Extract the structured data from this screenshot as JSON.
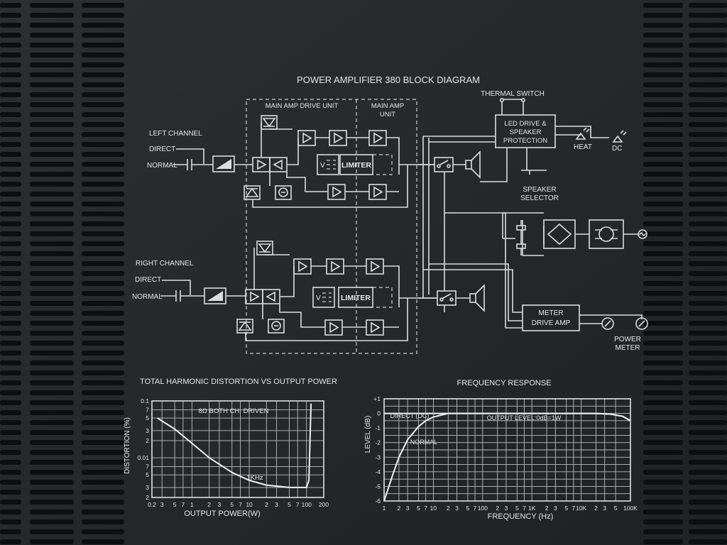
{
  "diagram": {
    "title": "POWER AMPLIFIER 380 BLOCK DIAGRAM",
    "drive_unit_label": "MAIN AMP DRIVE UNIT",
    "main_amp_unit_label_1": "MAIN AMP",
    "main_amp_unit_label_2": "UNIT",
    "left_channel": "LEFT CHANNEL",
    "right_channel": "RIGHT CHANNEL",
    "direct": "DIRECT",
    "normal": "NORMAL",
    "limiter": "LIMITER",
    "v_label": "V",
    "thermal_switch": "THERMAL SWITCH",
    "led_drive_1": "LED DRIVE &",
    "led_drive_2": "SPEAKER",
    "led_drive_3": "PROTECTION",
    "heat": "HEAT",
    "dc": "DC",
    "speaker_selector_1": "SPEAKER",
    "speaker_selector_2": "SELECTOR",
    "meter_drive_1": "METER",
    "meter_drive_2": "DRIVE AMP",
    "power_meter_1": "POWER",
    "power_meter_2": "METER"
  },
  "thd_chart": {
    "title": "TOTAL HARMONIC DISTORTION VS OUTPUT POWER",
    "annotation": "8Ω BOTH CH. DRIVEN",
    "curve_label": "1KHz",
    "ylabel": "DISTORTION (%)",
    "xlabel": "OUTPUT POWER(W)",
    "y_ticks": [
      "0.1",
      "7",
      "5",
      "3",
      "2",
      "0.01",
      "7",
      "5",
      "3",
      "2"
    ],
    "x_ticks": [
      "0.2",
      "3",
      "5",
      "7",
      "1",
      "2",
      "3",
      "5",
      "7",
      "10",
      "2",
      "3",
      "5",
      "7",
      "100",
      "200"
    ]
  },
  "freq_chart": {
    "title": "FREQUENCY RESPONSE",
    "annotation_direct": "DIRECT (DC)",
    "annotation_normal": "NORMAL",
    "annotation_level": "OUTPUT LEVEL:0dB=1W",
    "ylabel": "LEVEL (dB)",
    "xlabel": "FREQUENCY (Hz)",
    "y_ticks": [
      "+1",
      "0",
      "-1",
      "-2",
      "-3",
      "-4",
      "-5",
      "-6"
    ],
    "x_ticks": [
      "1",
      "2",
      "3",
      "5",
      "7",
      "10",
      "2",
      "3",
      "5",
      "7",
      "100",
      "2",
      "3",
      "5",
      "7",
      "1K",
      "2",
      "3",
      "5",
      "7",
      "10K",
      "2",
      "3",
      "5",
      "100K"
    ]
  },
  "chart_data": [
    {
      "type": "line",
      "title": "TOTAL HARMONIC DISTORTION VS OUTPUT POWER",
      "xlabel": "OUTPUT POWER(W)",
      "ylabel": "DISTORTION (%)",
      "x_scale": "log",
      "y_scale": "log",
      "xlim": [
        0.2,
        200
      ],
      "ylim": [
        0.002,
        0.1
      ],
      "grid": true,
      "series": [
        {
          "name": "1KHz",
          "x": [
            0.25,
            0.5,
            1,
            2,
            5,
            10,
            20,
            50,
            100,
            110,
            120
          ],
          "y": [
            0.05,
            0.032,
            0.018,
            0.01,
            0.0055,
            0.004,
            0.0033,
            0.003,
            0.003,
            0.004,
            0.09
          ]
        }
      ]
    },
    {
      "type": "line",
      "title": "FREQUENCY RESPONSE",
      "xlabel": "FREQUENCY (Hz)",
      "ylabel": "LEVEL (dB)",
      "x_scale": "log",
      "xlim": [
        1,
        100000
      ],
      "ylim": [
        -6,
        1
      ],
      "grid": true,
      "series": [
        {
          "name": "DIRECT (DC)",
          "x": [
            1,
            10,
            100,
            1000,
            10000,
            20000,
            40000,
            70000,
            100000
          ],
          "y": [
            0,
            0,
            0,
            0,
            0,
            0,
            -0.05,
            -0.2,
            -0.5
          ]
        },
        {
          "name": "NORMAL",
          "x": [
            1,
            1.5,
            2,
            3,
            5,
            7,
            10,
            15,
            20,
            100,
            1000,
            20000,
            40000,
            70000,
            100000
          ],
          "y": [
            -6,
            -4.2,
            -3,
            -1.8,
            -0.9,
            -0.5,
            -0.25,
            -0.1,
            0,
            0,
            0,
            0,
            -0.05,
            -0.2,
            -0.5
          ]
        }
      ]
    }
  ]
}
